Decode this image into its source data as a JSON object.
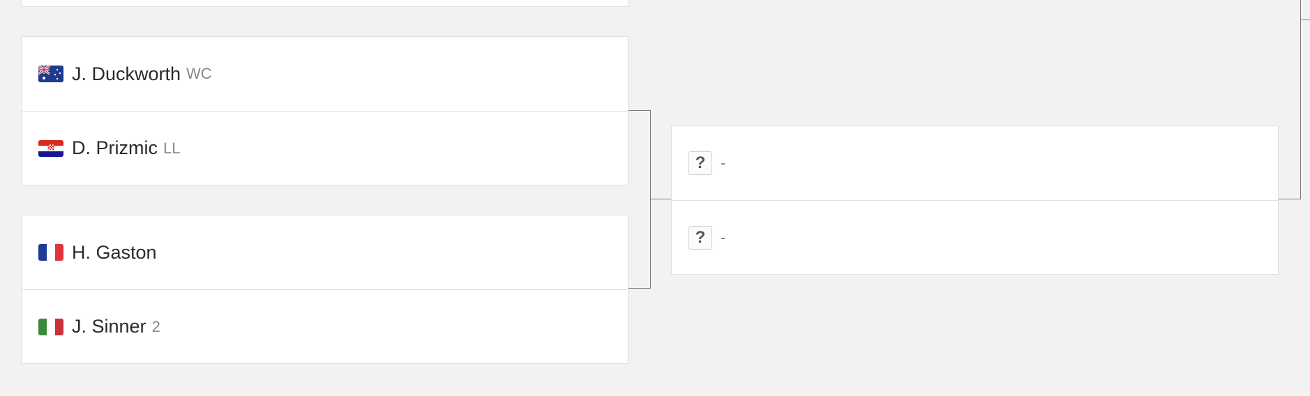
{
  "match1": {
    "player1": {
      "name": "J. Duckworth",
      "tag": "WC",
      "flag": "flag-australia-icon"
    },
    "player2": {
      "name": "D. Prizmic",
      "tag": "LL",
      "flag": "flag-croatia-icon"
    }
  },
  "match2": {
    "player1": {
      "name": "H. Gaston",
      "tag": "",
      "flag": "flag-france-icon"
    },
    "player2": {
      "name": "J. Sinner",
      "tag": "2",
      "flag": "flag-italy-icon"
    }
  },
  "next_match": {
    "player1": {
      "icon": "?",
      "name": "-"
    },
    "player2": {
      "icon": "?",
      "name": "-"
    }
  },
  "colors": {
    "background": "#f2f2f2",
    "card": "#ffffff",
    "border": "#e0e0e0",
    "connector": "#7a7a7a"
  }
}
